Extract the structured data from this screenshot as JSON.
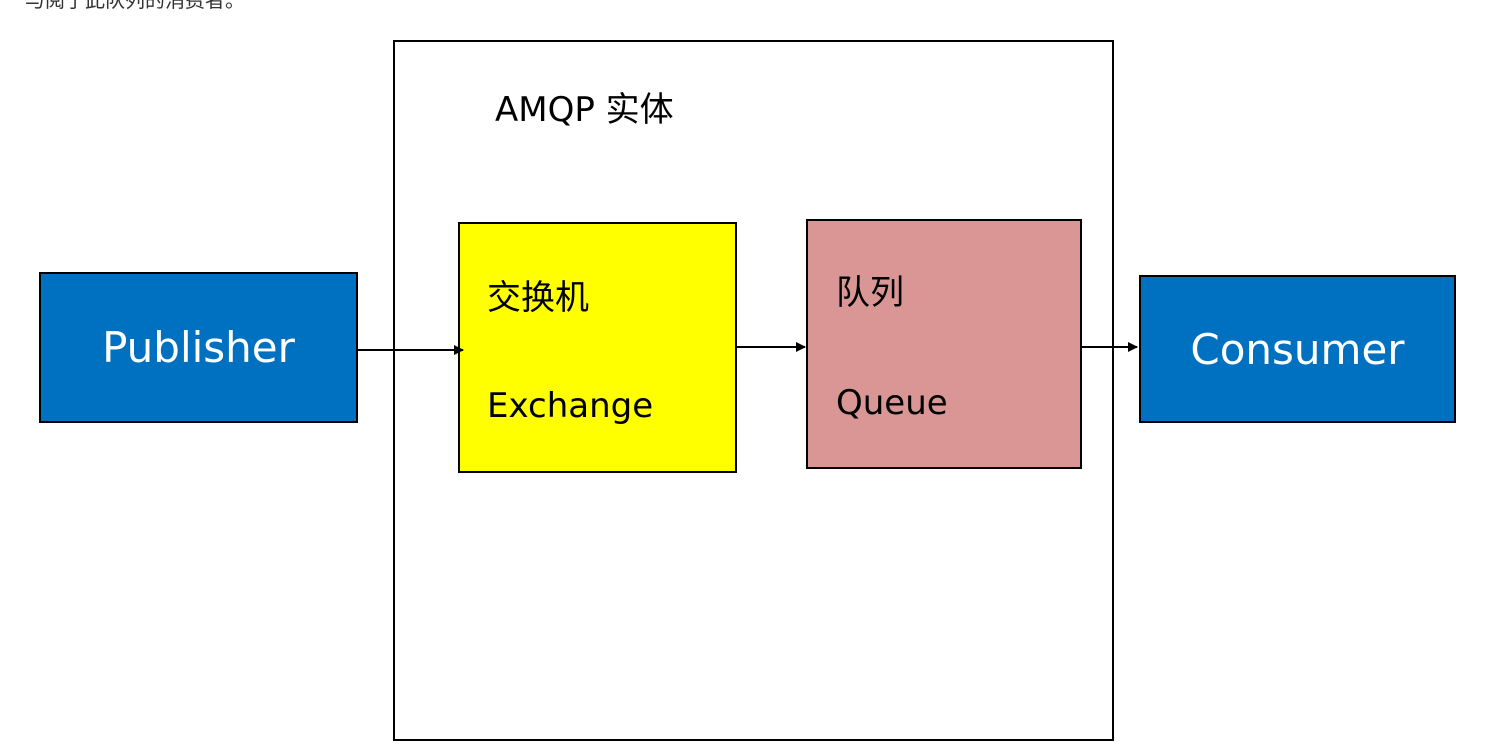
{
  "top_text": "与阅了此队列的消费者。",
  "container": {
    "title": "AMQP  实体"
  },
  "nodes": {
    "publisher": {
      "label": "Publisher"
    },
    "exchange": {
      "label_cn": "交换机",
      "label_en": "Exchange"
    },
    "queue": {
      "label_cn": "队列",
      "label_en": "Queue"
    },
    "consumer": {
      "label": "Consumer"
    }
  },
  "colors": {
    "publisher_consumer_fill": "#0070c0",
    "exchange_fill": "#ffff00",
    "queue_fill": "#d99694",
    "border": "#000000",
    "text_light": "#ffffff"
  },
  "edges": [
    {
      "from": "publisher",
      "to": "exchange"
    },
    {
      "from": "exchange",
      "to": "queue"
    },
    {
      "from": "queue",
      "to": "consumer"
    }
  ]
}
